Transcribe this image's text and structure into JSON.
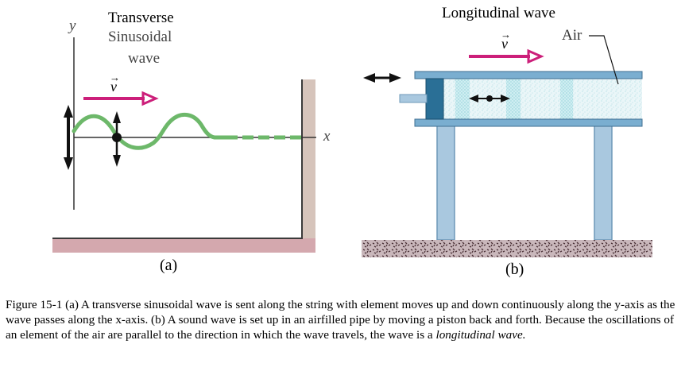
{
  "panel_a": {
    "title_line1": "Transverse",
    "title_line2": "Sinusoidal",
    "title_line3": "wave",
    "y_axis_label": "y",
    "x_axis_label": "x",
    "velocity_label": "v",
    "panel_label": "(a)"
  },
  "panel_b": {
    "title": "Longitudinal wave",
    "velocity_label": "v",
    "air_label": "Air",
    "panel_label": "(b)"
  },
  "caption": {
    "text_before_em": "Figure 15-1 (a) A transverse sinusoidal wave is sent along the string with element moves up and down continuously along the y-axis as the wave passes along the x-axis. (b) A sound wave is set up in an airfilled pipe by moving a piston back and forth. Because the oscillations of an element of the air are parallel to the direction in which the wave travels, the wave is a ",
    "em_text": "longitudinal wave.",
    "text_after_em": ""
  },
  "colors": {
    "wave_green": "#6db86a",
    "velocity_arrow": "#cc1f7a",
    "wall_tan": "#d6c4bb",
    "floor_pink": "#d4a8ae",
    "pipe_blue": "#7aaed0",
    "piston_blue": "#2a6f96",
    "leg_blue": "#a9c8df",
    "air_speckle": "#bfe6ea",
    "ground_brown": "#6b4a4f"
  }
}
